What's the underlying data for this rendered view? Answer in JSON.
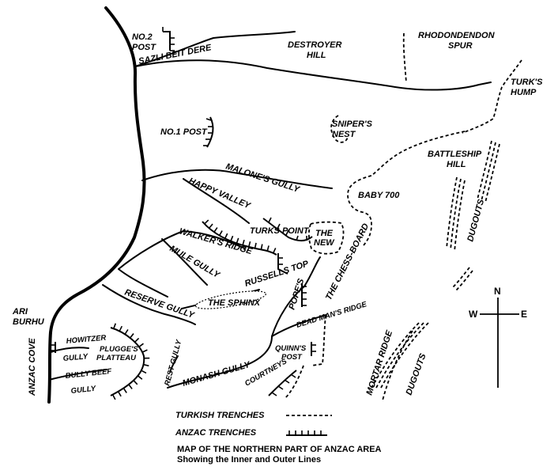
{
  "labels": {
    "no2_post": [
      "NO.2",
      "POST"
    ],
    "sazli_beit_dere": "SAZLI BEIT DERE",
    "destroyer_hill": [
      "DESTROYER",
      "HILL"
    ],
    "rhododendron_spur": [
      "RHODONDENDON",
      "SPUR"
    ],
    "turks_hump": [
      "TURK'S",
      "HUMP"
    ],
    "no1_post": "NO.1 POST",
    "snipers_nest": [
      "SNIPER'S",
      "NEST"
    ],
    "battleship_hill": [
      "BATTLESHIP",
      "HILL"
    ],
    "malones_gully": "MALONE'S GULLY",
    "happy_valley": "HAPPY VALLEY",
    "baby_700": "BABY 700",
    "dugouts_upper": "DUGOUTS",
    "turks_point": "TURKS POINT",
    "the_new": [
      "THE",
      "NEW"
    ],
    "walkers_ridge": "WALKER'S RIDGE",
    "mule_gully": "MULE GULLY",
    "russells_top": "RUSSELLS TOP",
    "the_chessboard": "THE CHESS-BOARD",
    "popes": "POPE'S",
    "the_sphinx": "THE SPHINX",
    "reserve_gully": "RESERVE GULLY",
    "dead_mans_ridge": "DEAD MAN'S RIDGE",
    "ari_burnu": [
      "ARI",
      "BURHU"
    ],
    "howitzer_gully": [
      "HOWITZER",
      "GULLY"
    ],
    "plugges_plateau": [
      "PLUGGE'S",
      "PLATTEAU"
    ],
    "anzac_cove": "ANZAC COVE",
    "bully_beef_gully": [
      "BULLY BEEF",
      "GULLY"
    ],
    "rest_gully": "REST GULLY",
    "quinns_post": [
      "QUINN'S",
      "POST"
    ],
    "courtneys": "COURTNEYS",
    "monash_gully": "MONASH GULLY",
    "mortar_ridge": "MORTAR RIDGE",
    "dugouts_lower": "DUGOUTS"
  },
  "compass": {
    "north": "N",
    "west": "W",
    "east": "E"
  },
  "legend": {
    "turkish_trenches": "TURKISH TRENCHES",
    "anzac_trenches": "ANZAC TRENCHES"
  },
  "caption": {
    "title": "MAP OF THE NORTHERN PART OF ANZAC AREA",
    "subtitle": "Showing the Inner and Outer Lines"
  }
}
